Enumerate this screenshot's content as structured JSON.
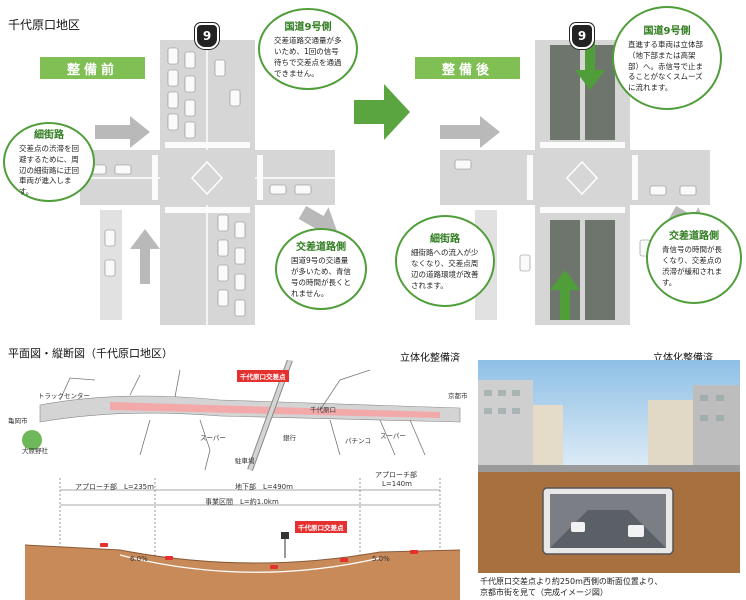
{
  "page_title": "千代原口地区",
  "before": {
    "banner": "整備前",
    "route_shield": "9",
    "bubble_top": {
      "title": "国道9号側",
      "body": "交差道路交通量が多いため、1回の信号待ちで交差点を通過できません。"
    },
    "bubble_left": {
      "title": "細街路",
      "body": "交差点の渋滞を回避するために、周辺の細街路に迂回車両が進入します。"
    },
    "bubble_bottom": {
      "title": "交差道路側",
      "body": "国道9号の交通量が多いため、青信号の時間が長くとれません。"
    }
  },
  "after": {
    "banner": "整備後",
    "route_shield": "9",
    "bubble_top": {
      "title": "国道9号側",
      "body": "直進する車両は立体部（地下部または高架部）へ。赤信号で止まることがなくスムーズに流れます。"
    },
    "bubble_left": {
      "title": "細街路",
      "body": "細街路への流入が少なくなり、交差点周辺の道路環境が改善されます。"
    },
    "bubble_right": {
      "title": "交差道路側",
      "body": "青信号の時間が長くなり、交差点の渋滞が緩和されます。"
    }
  },
  "plan": {
    "title": "平面図・縦断図（千代原口地区）",
    "status": "立体化整備済",
    "labels": {
      "intersection": "千代原口交差点",
      "truck_center": "トラックセンター",
      "kameoka": "亀岡市",
      "kyoto": "京都市",
      "super1": "スーパー",
      "super2": "スーパー",
      "bank": "銀行",
      "chiyohara": "千代原口",
      "pachinko": "パチンコ",
      "shrine": "大原野社",
      "parking": "駐車場"
    },
    "approach_left": "アプローチ部　L=235m",
    "underground": "地下部　L=490m",
    "project_section": "事業区間　L=約1.0km",
    "approach_right_title": "アプローチ部",
    "approach_right": "L=140m",
    "profile_label": "千代原口交差点",
    "grade_left": "6.0%",
    "grade_right": "5.0%"
  },
  "photo": {
    "status": "立体化整備済",
    "caption_line1": "千代原口交差点より約250m西側の断面位置より、",
    "caption_line2": "京都市街を見て（完成イメージ図）"
  },
  "colors": {
    "accent_green": "#4f9e3a",
    "banner_green": "#7fbf54",
    "red": "#e53030"
  }
}
